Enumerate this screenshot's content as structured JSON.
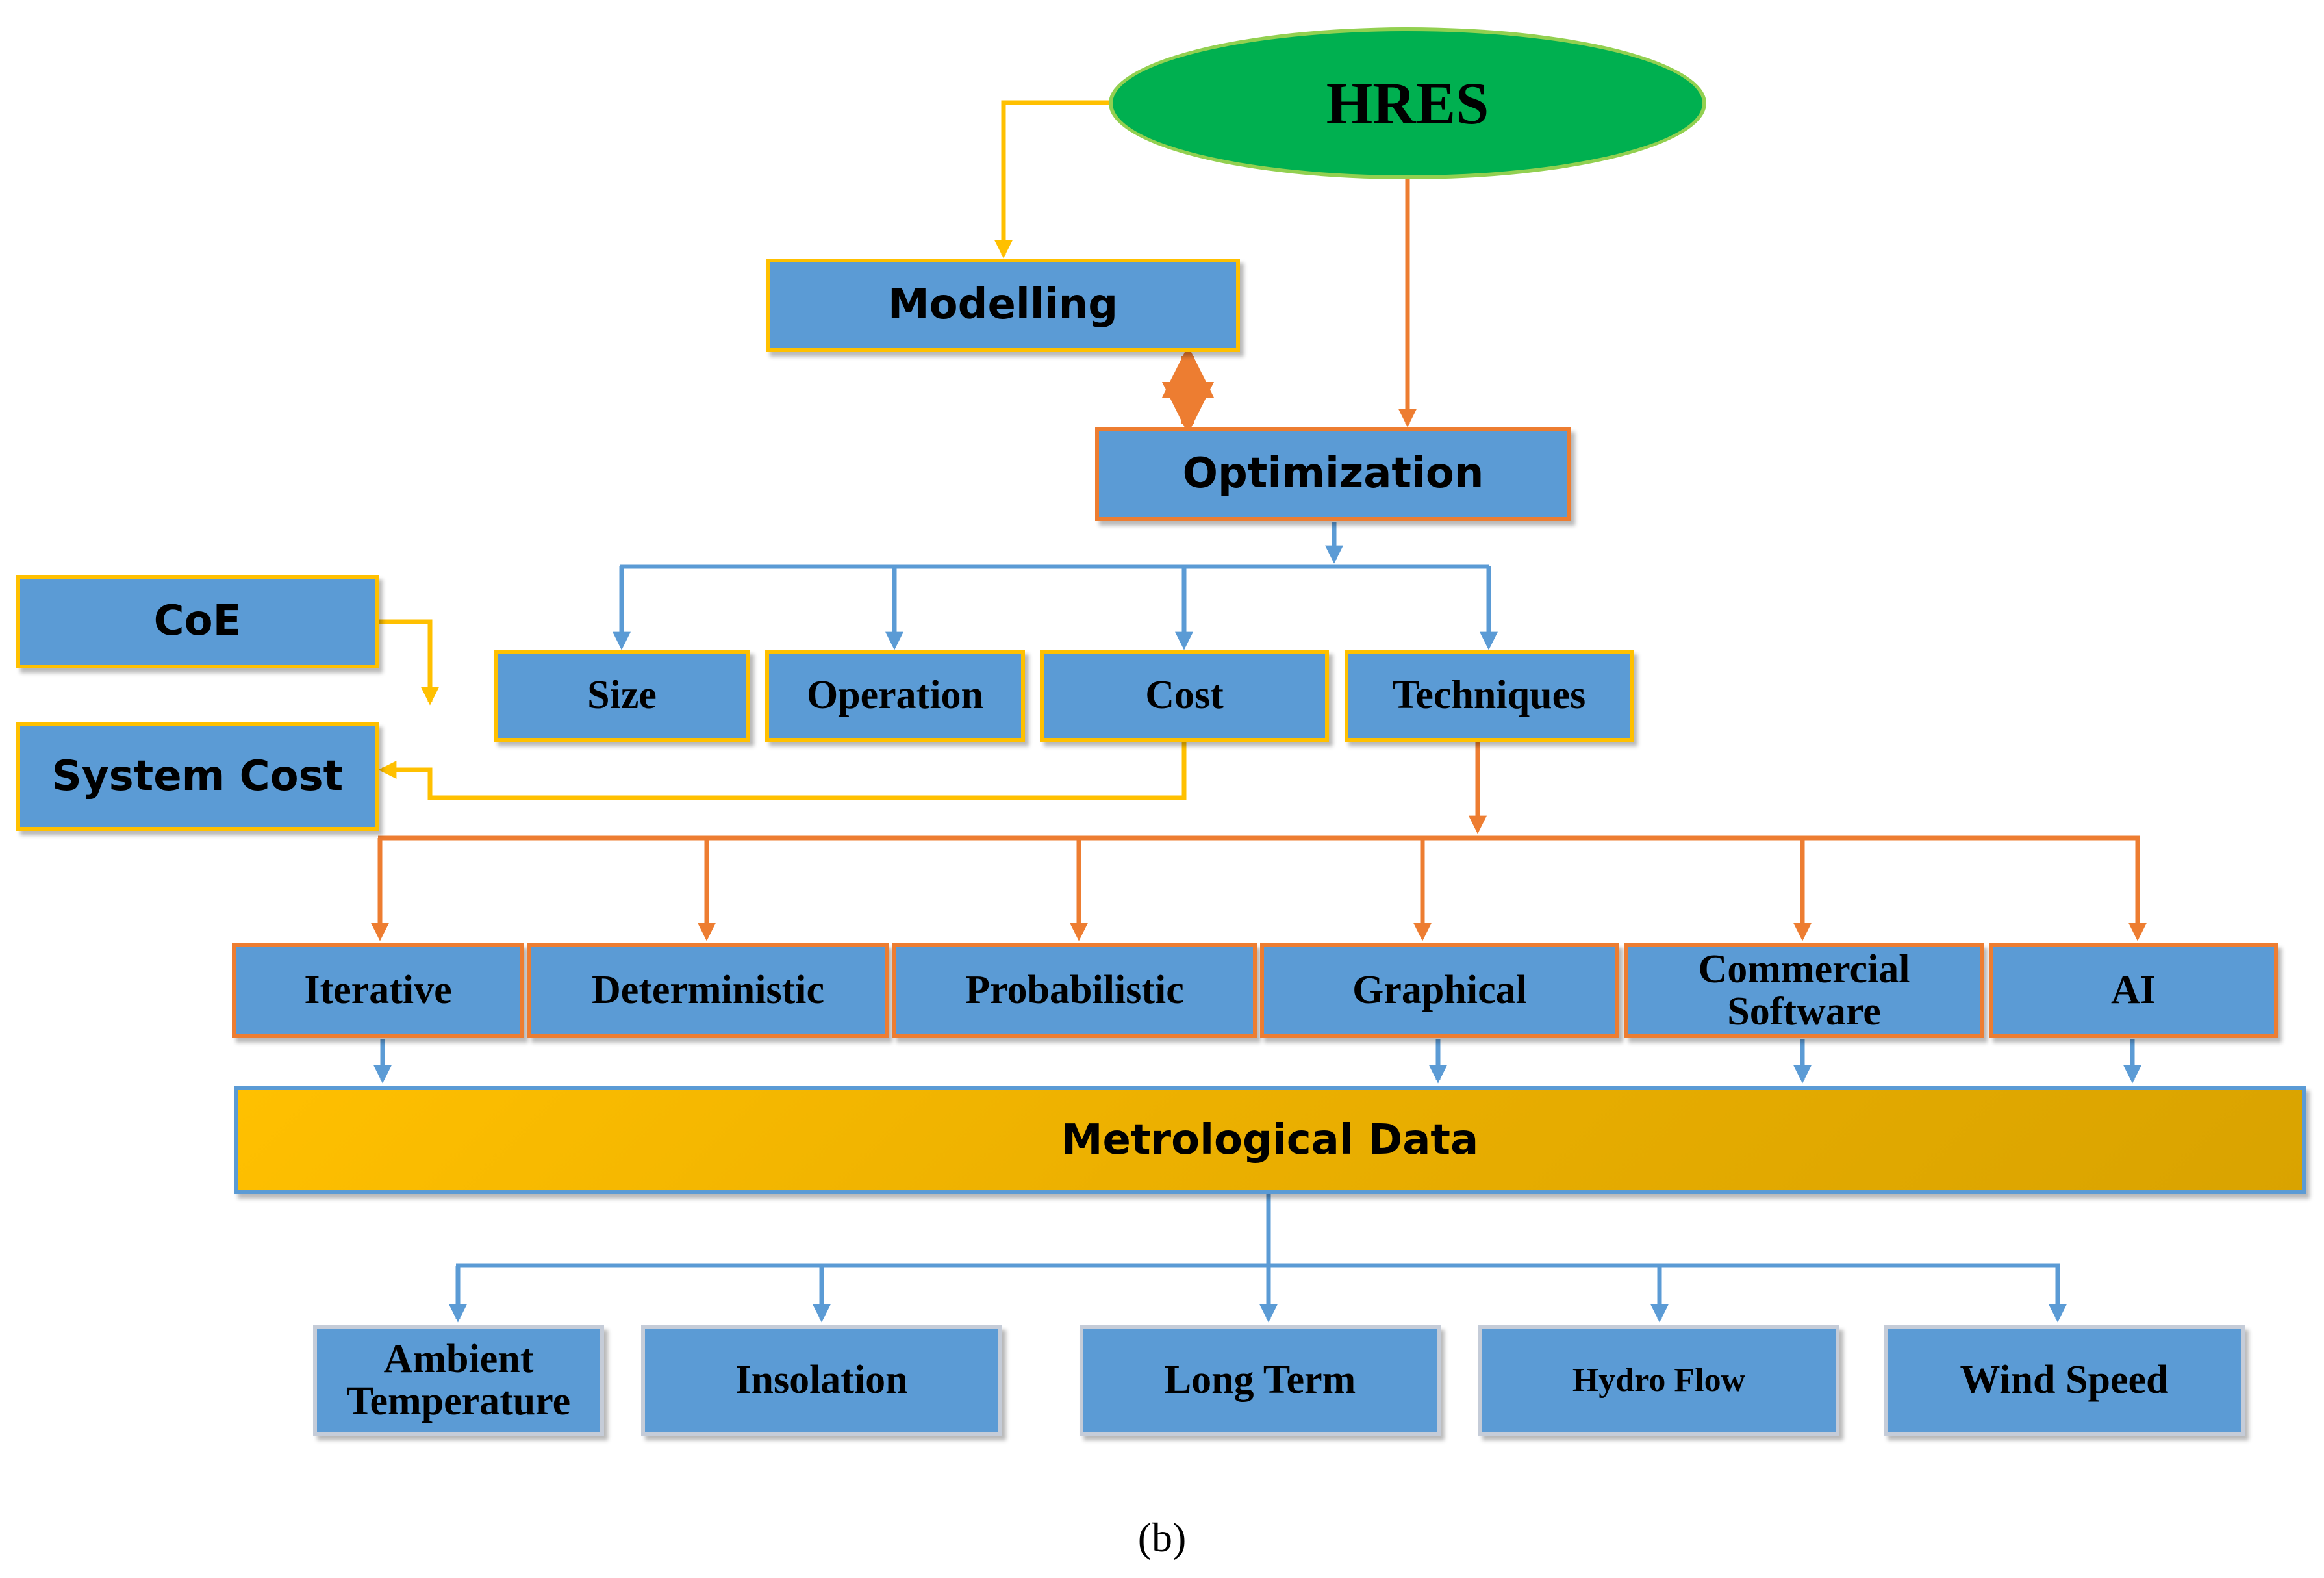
{
  "root": {
    "label": "HRES"
  },
  "level1": {
    "modelling": "Modelling",
    "optimization": "Optimization"
  },
  "aspects": {
    "size": "Size",
    "operation": "Operation",
    "cost": "Cost",
    "techniques": "Techniques"
  },
  "cost_outputs": {
    "coe": "CoE",
    "system_cost": "System Cost"
  },
  "techniques": {
    "iterative": "Iterative",
    "deterministic": "Deterministic",
    "probabilistic": "Probabilistic",
    "graphical": "Graphical",
    "commercial_line1": "Commercial",
    "commercial_line2": "Software",
    "ai": "AI"
  },
  "data_bar": {
    "label": "Metrological Data"
  },
  "data_items": {
    "ambient_line1": "Ambient",
    "ambient_line2": "Temperature",
    "insolation": "Insolation",
    "long_term": "Long Term",
    "hydro_flow": "Hydro Flow",
    "wind_speed": "Wind Speed"
  },
  "caption": "(b)",
  "colors": {
    "box_fill": "#5b9bd5",
    "root_fill": "#00b050",
    "data_bar_fill": "#ffc000",
    "connector_gold": "#ffc000",
    "connector_orange": "#ed7d31",
    "connector_blue": "#5b9bd5"
  }
}
